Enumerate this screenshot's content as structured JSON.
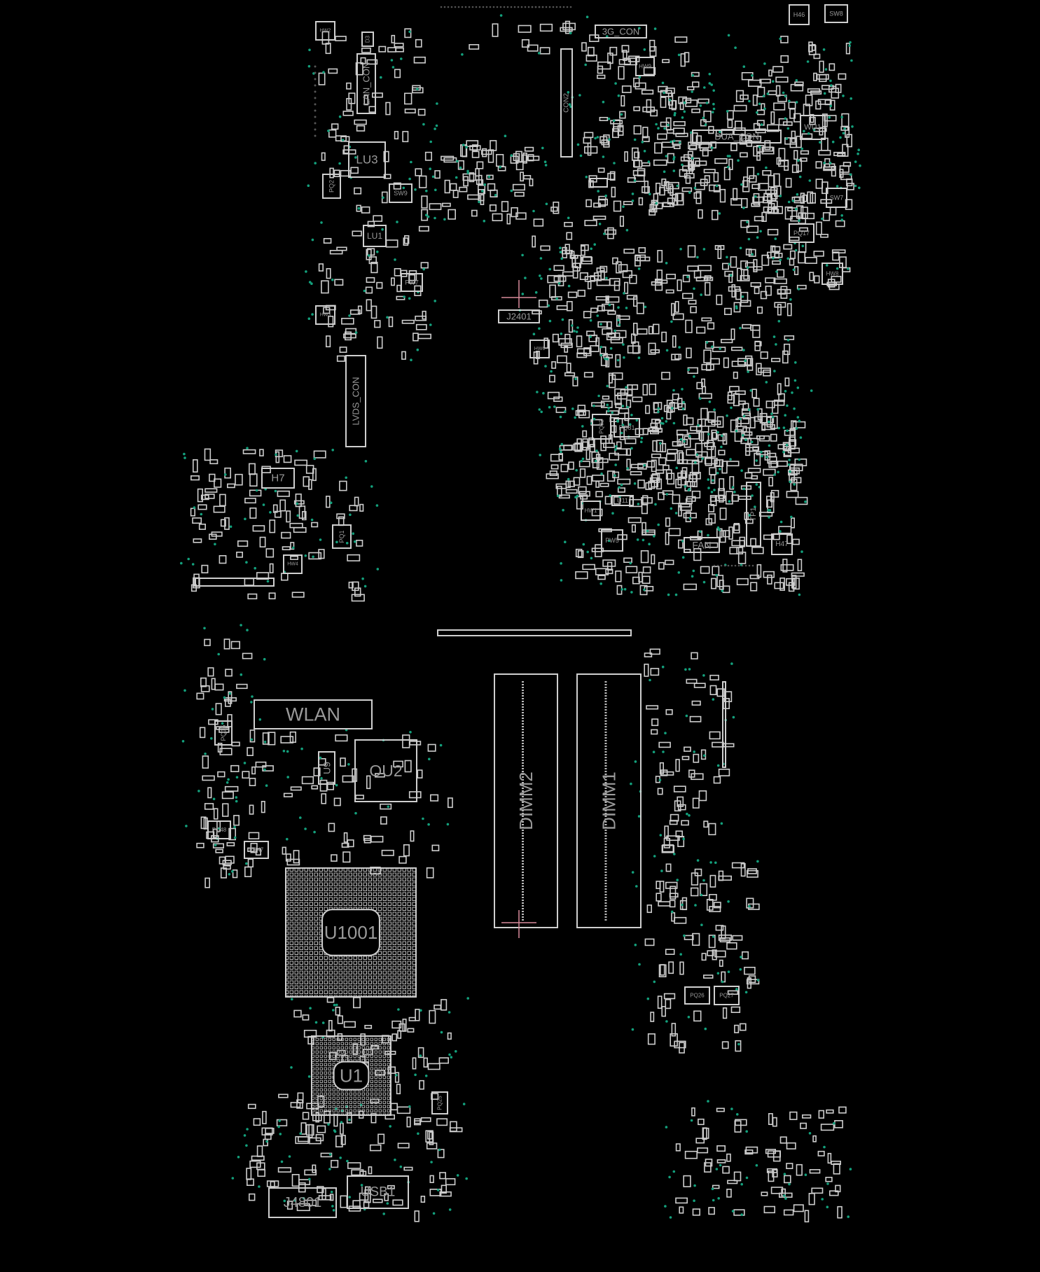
{
  "board": {
    "components": {
      "con_3g": "3G_CON",
      "lan_con": "LAN_CON",
      "lu3": "LU3",
      "lu1": "LU1",
      "con2": "CON2",
      "dua_con": "DUA_CON",
      "wu1": "WU1",
      "h46": "H46",
      "sw8": "SW8",
      "sw7": "SW7",
      "pq17": "PQ17",
      "hw8": "HW8",
      "hw9": "HW9",
      "j2401": "J2401",
      "lvds_con": "LVDS_CON",
      "h7": "H7",
      "pq1": "PQ1",
      "pq2": "PQ2",
      "sw9": "SW9",
      "pw7": "PW7",
      "hw2": "HW2",
      "hw3": "HW3",
      "d3": "D3",
      "hw6": "HW6",
      "pq82": "PQ82",
      "pq81": "PQ81",
      "u11": "U11",
      "hw1": "HW1",
      "pw5": "PW5",
      "fan": "FAN",
      "tp1": "TP1",
      "h47": "H47",
      "hw4": "HW4",
      "wlan": "WLAN",
      "ou2": "OU2",
      "u9": "U9",
      "pq15": "PQ15",
      "pq48": "PQ48",
      "pq47": "PQ47",
      "dimm2": "DIMM2",
      "dimm1": "DIMM1",
      "u1001": "U1001",
      "u1": "U1",
      "pq25": "PQ25",
      "pq26": "PQ26",
      "pq27": "PQ27",
      "usb1": "USB1",
      "j4801": "J4801"
    },
    "colors": {
      "background": "#000000",
      "outline": "#cfcfcf",
      "via": "#13a07c",
      "label": "#9a9a9a",
      "marker": "#d88a9a"
    }
  }
}
